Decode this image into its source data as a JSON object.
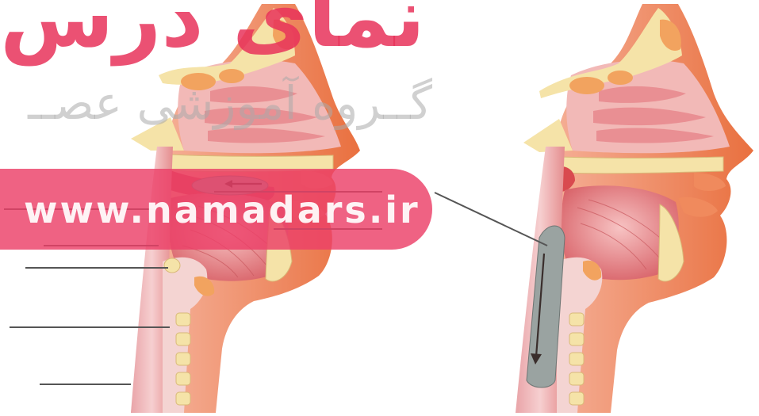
{
  "figure": {
    "left_panel": "head-cross-section",
    "right_panel": "head-cross-section",
    "label_line_count": 7
  },
  "watermark": {
    "logo_text": "نمای درس",
    "tagline": "گــروه آموزشی عصــ",
    "url": "www.namadars.ir"
  },
  "colors": {
    "tissue_pink": "#f3b5b5",
    "muscle_red": "#e25a4a",
    "skin_orange": "#f08a5d",
    "bone_cream": "#f5e7b0",
    "food_bolus_gray": "#9aa3a1",
    "watermark_pink": "#e8325a"
  }
}
